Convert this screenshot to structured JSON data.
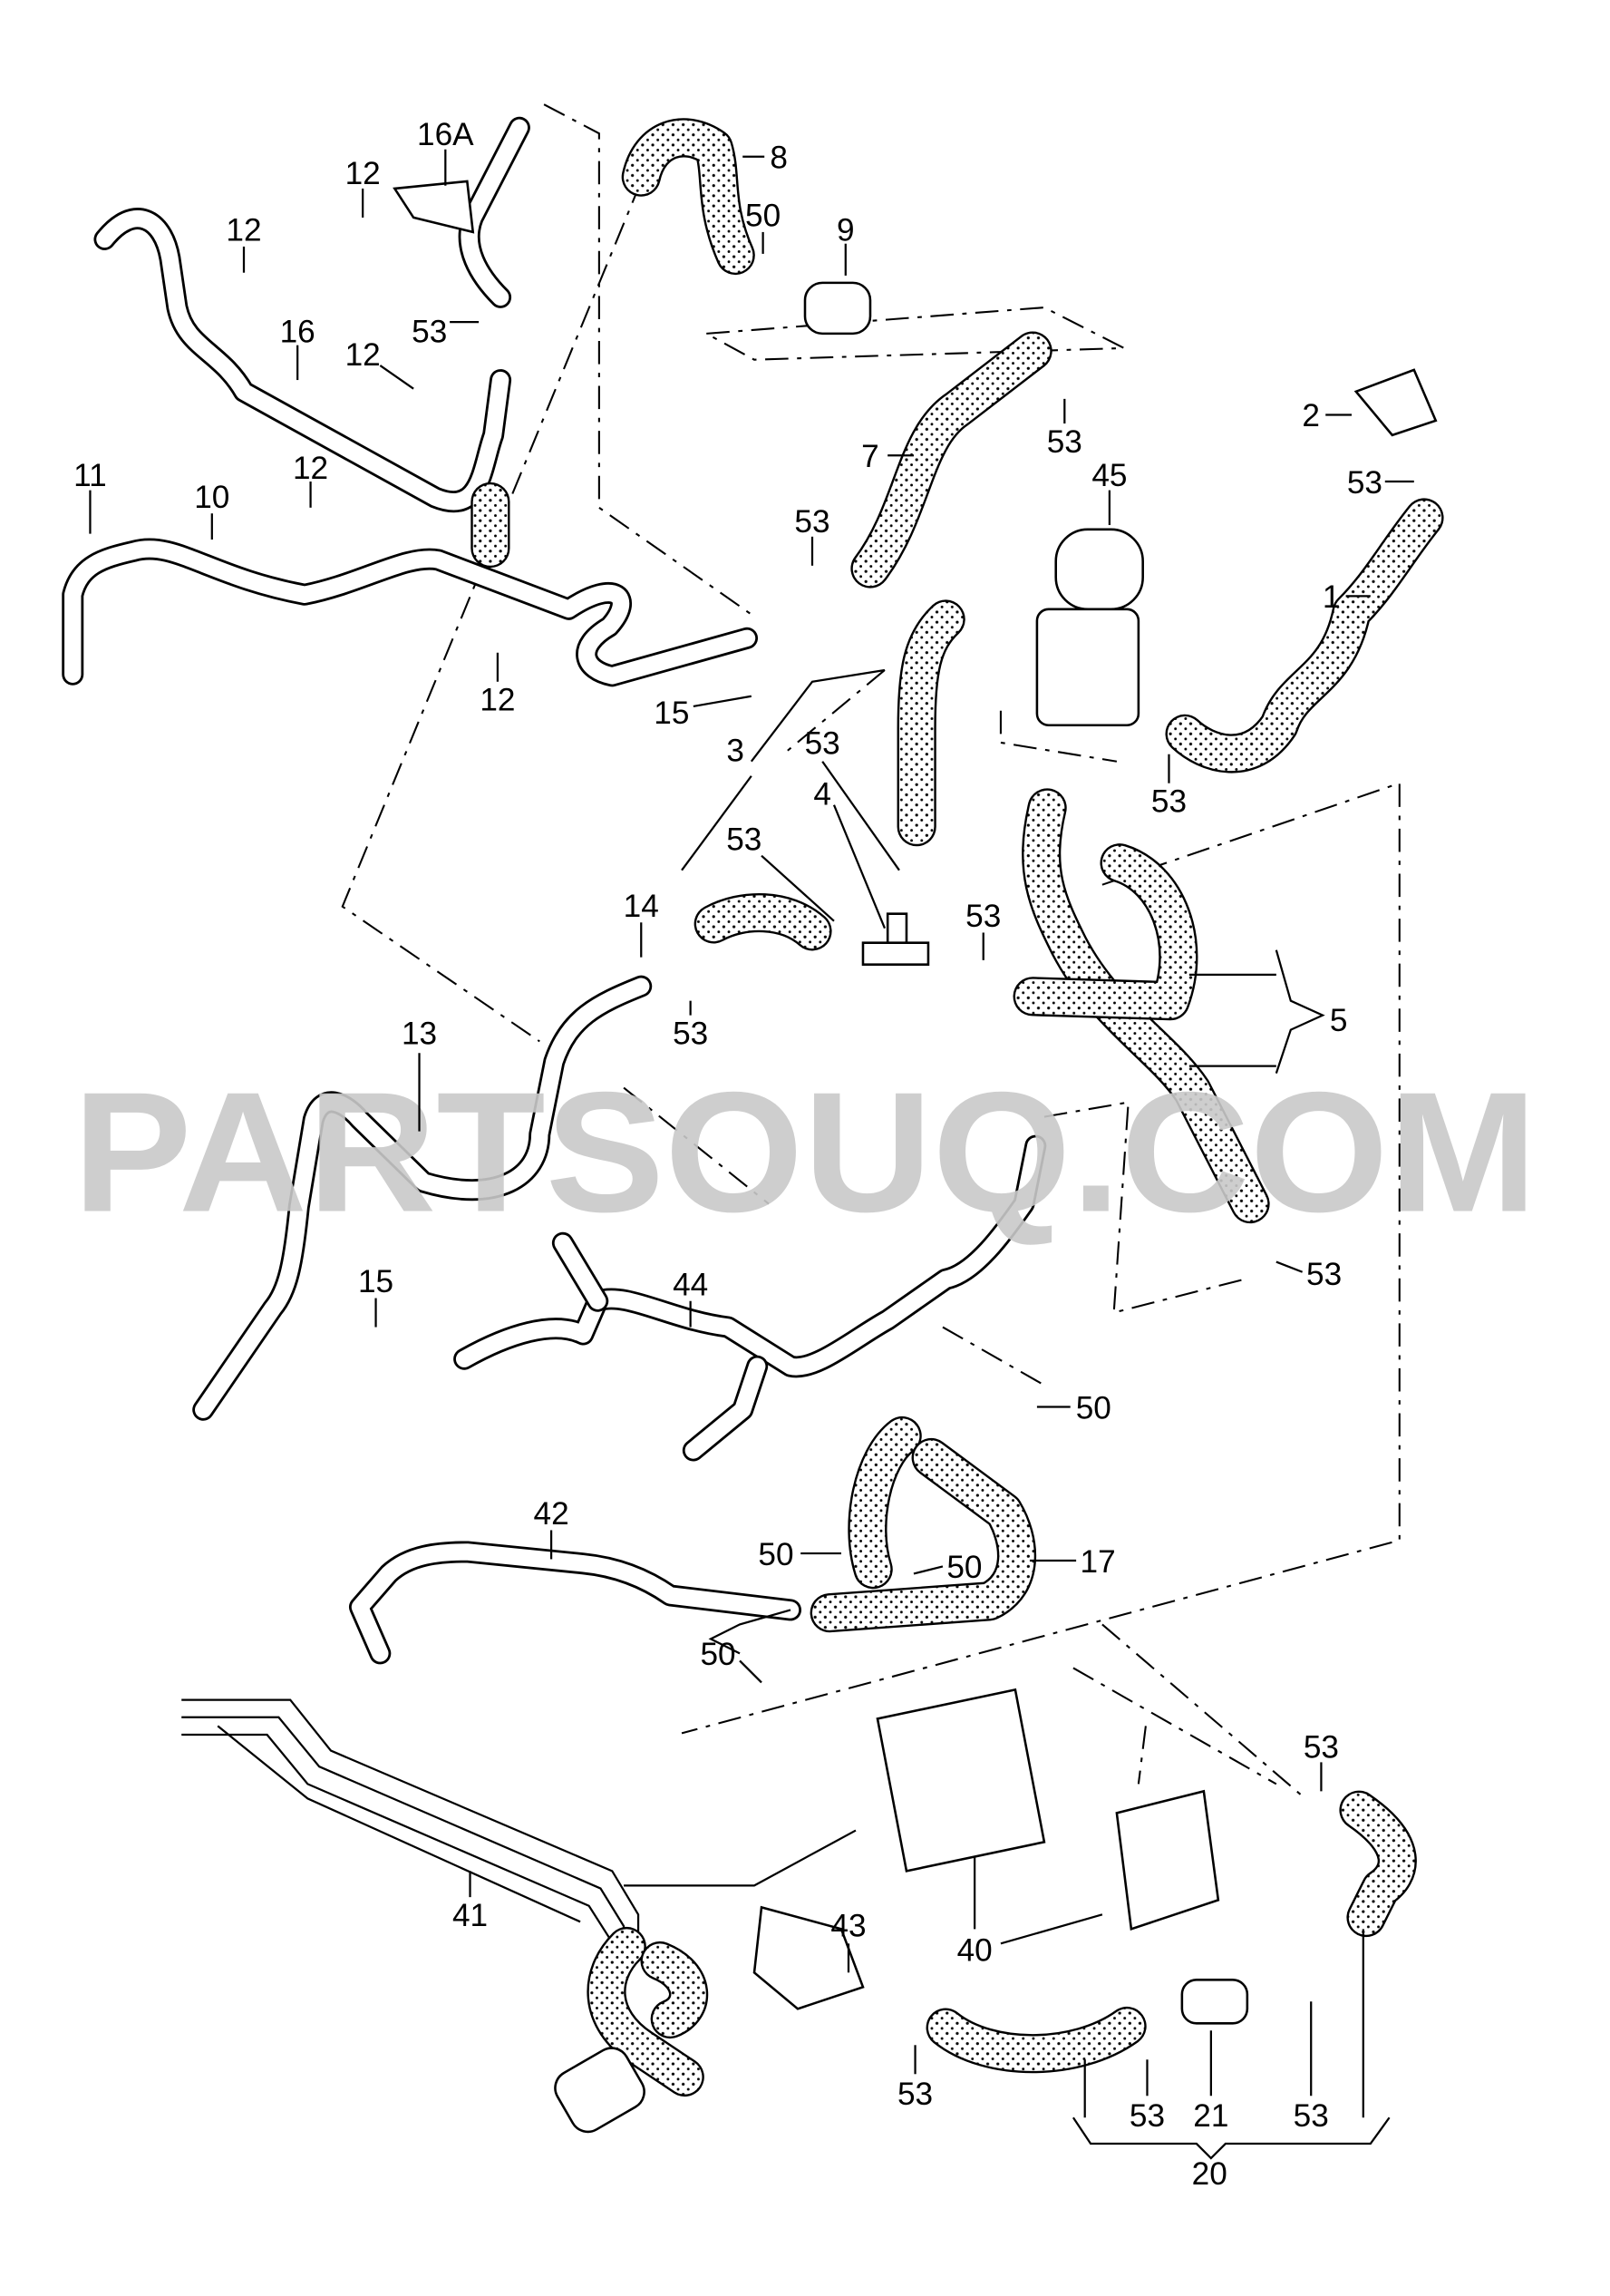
{
  "diagram": {
    "watermark": "PARTSOUQ.COM",
    "labels": [
      "16A",
      "12",
      "12",
      "16",
      "53",
      "12",
      "11",
      "10",
      "12",
      "12",
      "15",
      "8",
      "50",
      "9",
      "53",
      "7",
      "2",
      "53",
      "45",
      "1",
      "53",
      "3",
      "53",
      "4",
      "53",
      "53",
      "53",
      "5",
      "14",
      "53",
      "13",
      "15",
      "44",
      "53",
      "50",
      "42",
      "17",
      "50",
      "50",
      "50",
      "53",
      "41",
      "40",
      "43",
      "53",
      "53",
      "21",
      "53",
      "20"
    ]
  }
}
